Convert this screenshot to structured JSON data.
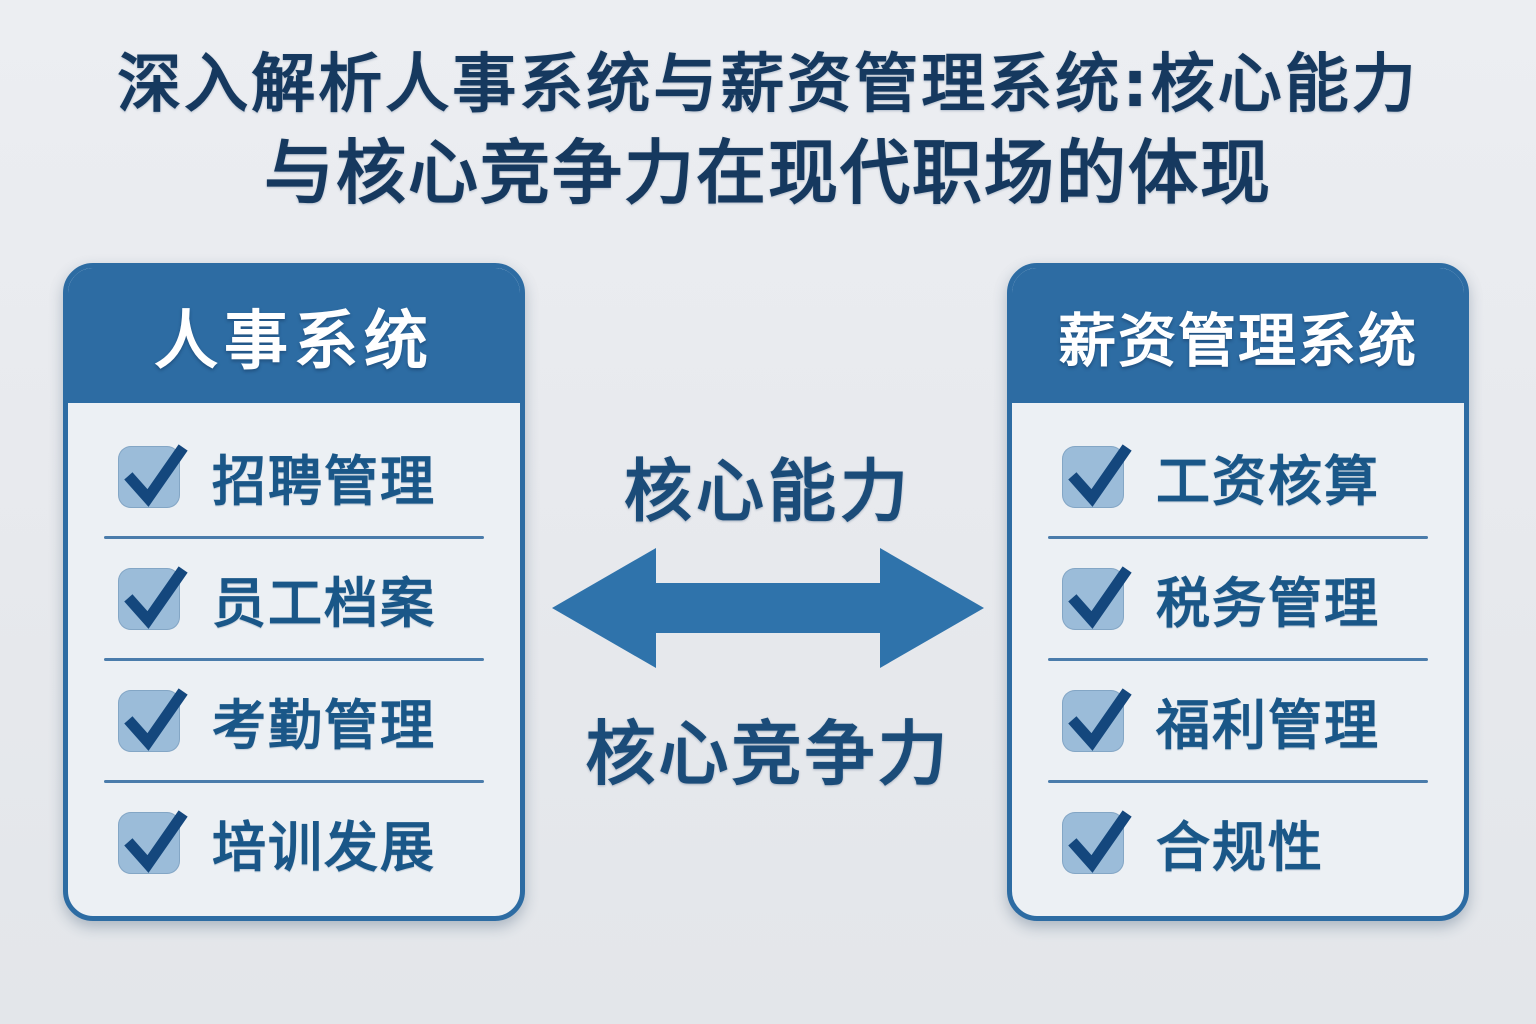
{
  "title": {
    "line1": "深入解析人事系统与薪资管理系统:核心能力",
    "line2": "与核心竞争力在现代职场的体现"
  },
  "left_card": {
    "header": "人事系统",
    "items": [
      "招聘管理",
      "员工档案",
      "考勤管理",
      "培训发展"
    ]
  },
  "right_card": {
    "header": "薪资管理系统",
    "items": [
      "工资核算",
      "税务管理",
      "福利管理",
      "合规性"
    ]
  },
  "center": {
    "top_label": "核心能力",
    "bottom_label": "核心竞争力"
  },
  "icons": {
    "checkbox": "check-icon"
  },
  "colors": {
    "background": "#e8eaee",
    "card_blue": "#2d6ca3",
    "card_body_bg": "#ecf0f4",
    "header_text": "#ffffff",
    "item_text": "#1a5788",
    "title_text": "#16395f",
    "center_text": "#1b4c79",
    "checkbox_bg": "#9bbcd9",
    "checkbox_check": "#14477d",
    "arrow": "#2f73ab",
    "divider": "#4a7cab"
  }
}
